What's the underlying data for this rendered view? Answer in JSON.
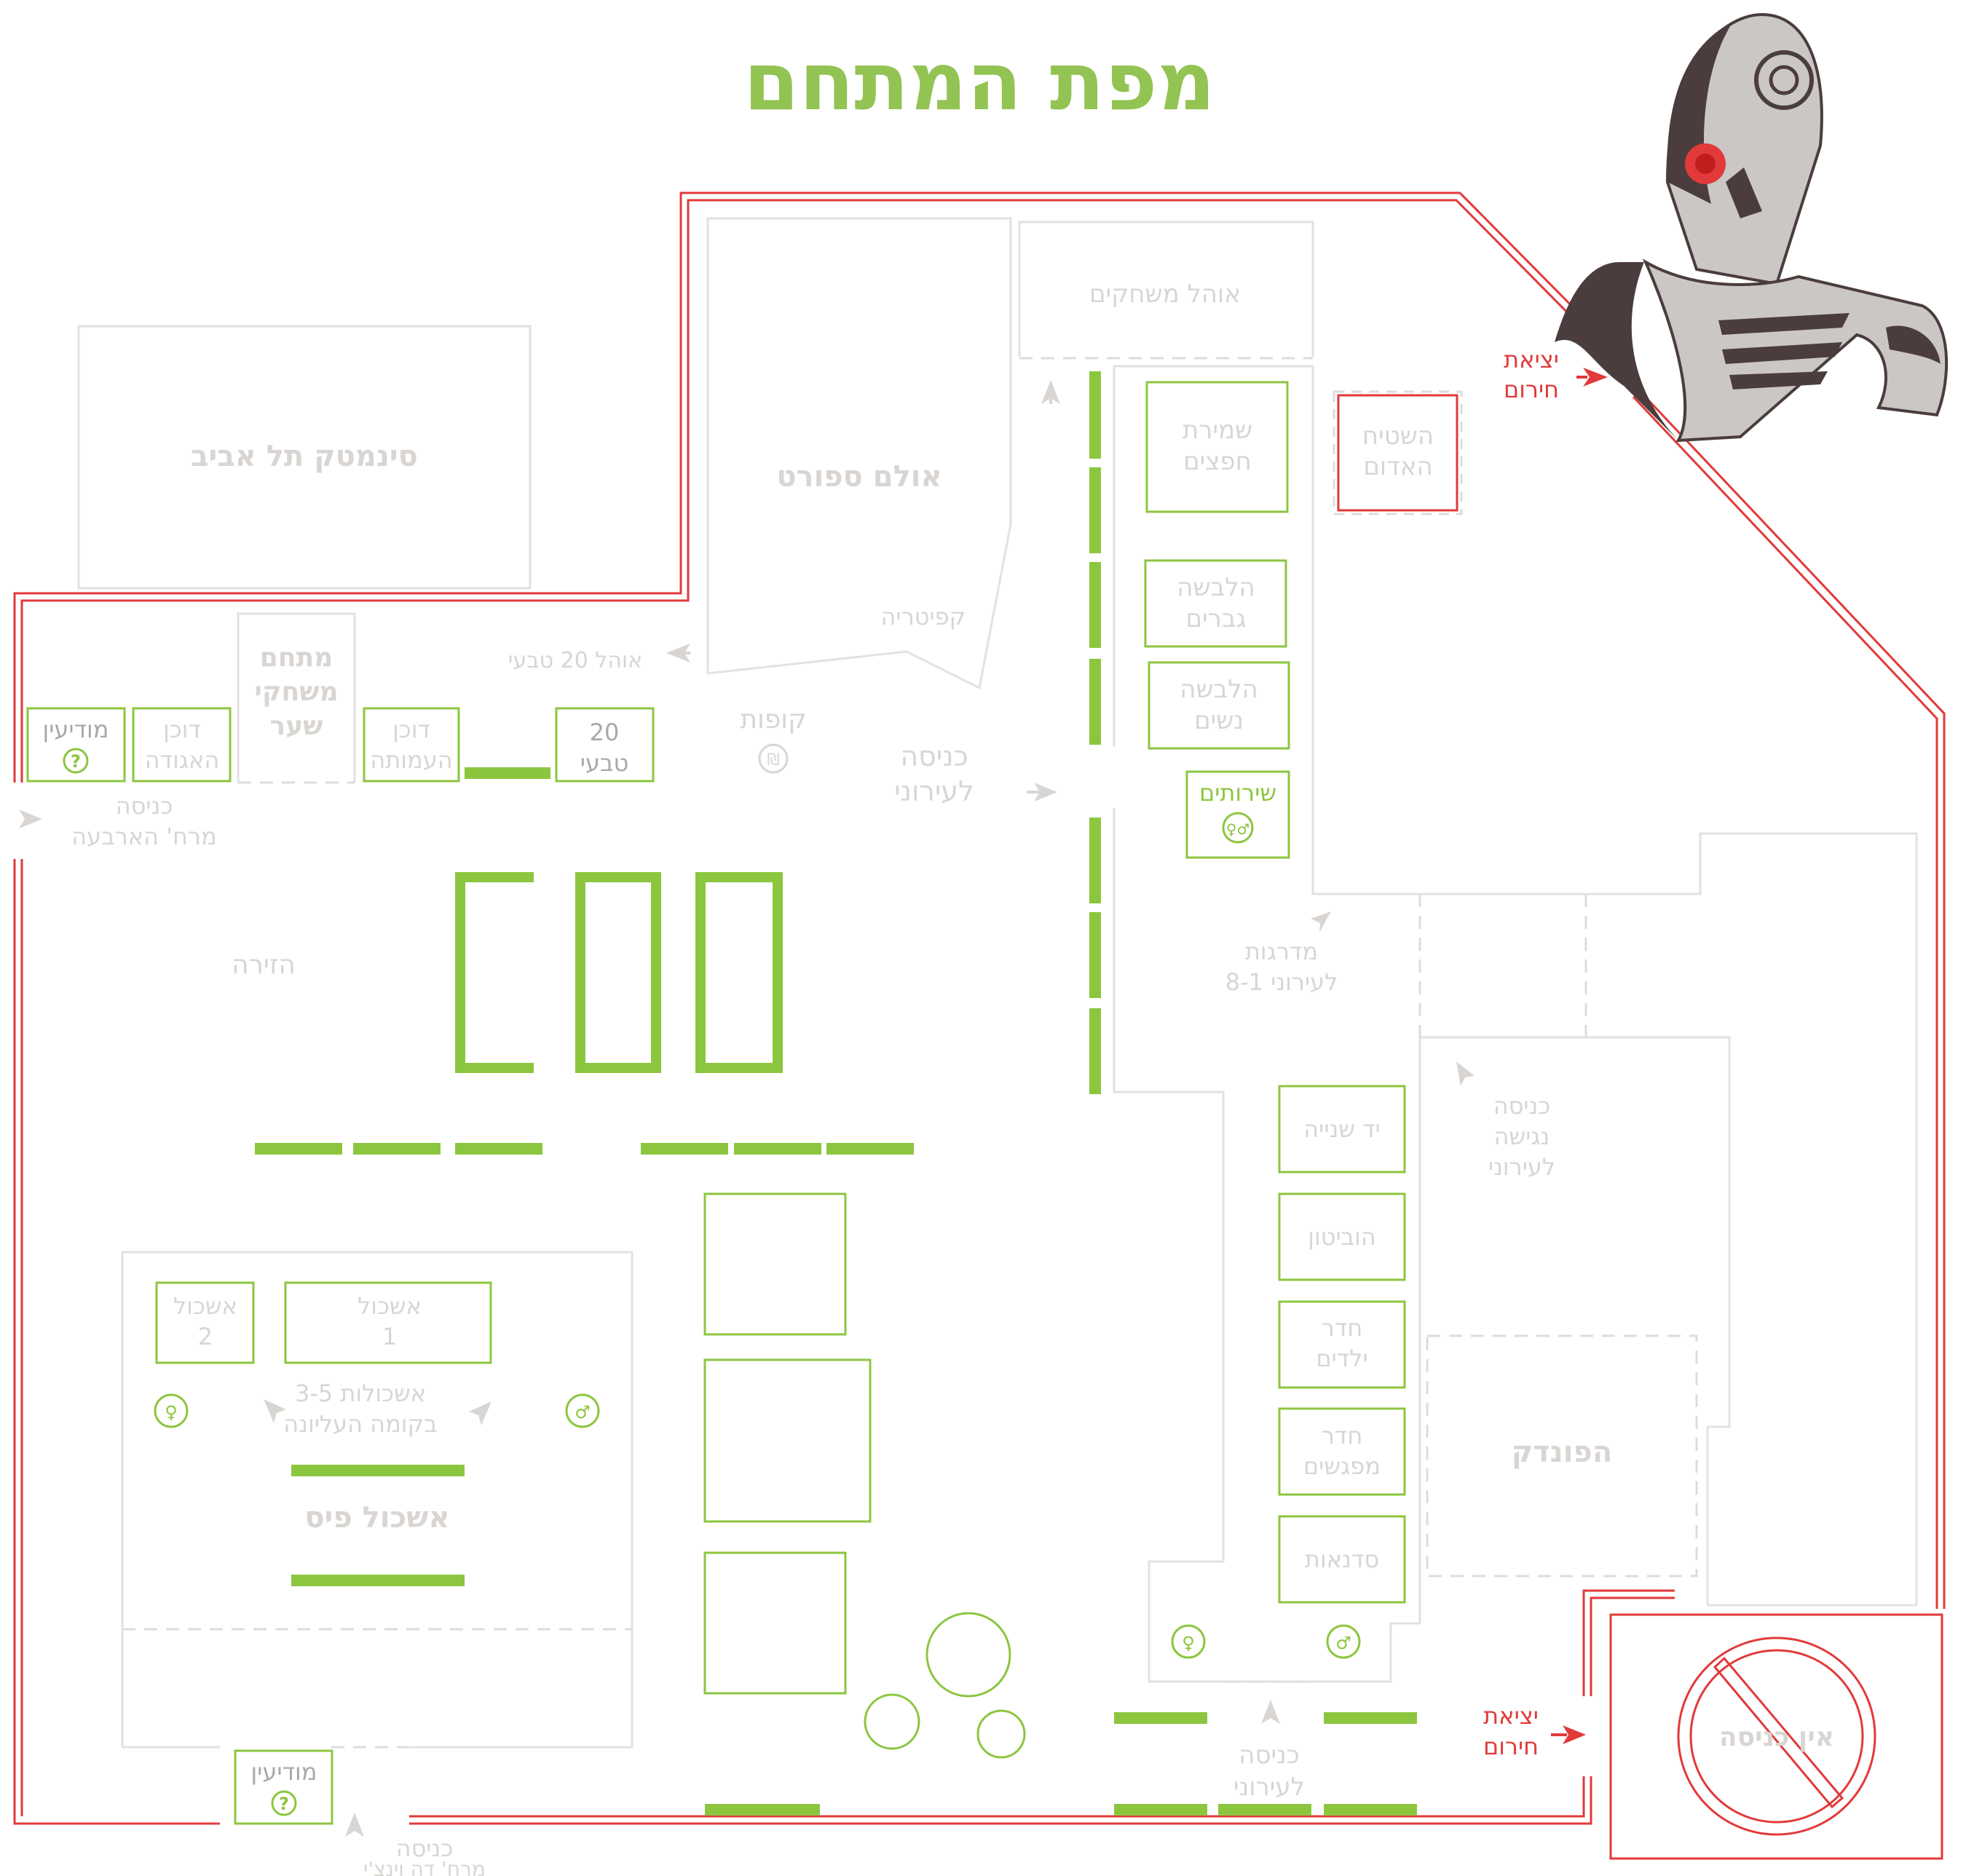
{
  "title": "מפת המתחם",
  "colors": {
    "accent_green": "#8cc63f",
    "emergency_red": "#e2393a",
    "muted_gray": "#d9d5d2"
  },
  "buildings": {
    "cinematheque": "סינמטק תל אביב",
    "sport_hall": "אולם ספורט",
    "cafeteria": "קפיטריה",
    "games_tent": "אוהל משחקים",
    "gate_games_l1": "מתחם",
    "gate_games_l2": "משחקי",
    "gate_games_l3": "שער",
    "tent_20_tevai": "אוהל 20 טבעי",
    "box_office": "קופות",
    "arena": "הזירה",
    "pis_cluster": "אשכול פיס",
    "pundak": "הפונדק"
  },
  "booths": {
    "info_top": "מודיעין",
    "aguda_l1": "דוכן",
    "aguda_l2": "האגודה",
    "amuta_l1": "דוכן",
    "amuta_l2": "העמותה",
    "tevai_l1": "20",
    "tevai_l2": "טבעי",
    "luggage_l1": "שמירת",
    "luggage_l2": "חפצים",
    "men_l1": "הלבשה",
    "men_l2": "גברים",
    "women_l1": "הלבשה",
    "women_l2": "נשים",
    "restrooms": "שירותים",
    "red_carpet_l1": "השטיח",
    "red_carpet_l2": "האדום",
    "secondhand": "יד שנייה",
    "hobbyton": "הוביטון",
    "kids_l1": "חדר",
    "kids_l2": "ילדים",
    "meetings_l1": "חדר",
    "meetings_l2": "מפגשים",
    "workshops": "סדנאות",
    "cluster2_l1": "אשכול",
    "cluster2_l2": "2",
    "cluster1_l1": "אשכול",
    "cluster1_l2": "1",
    "info_bottom": "מודיעין"
  },
  "notes": {
    "clusters_upper_l1": "אשכולות 3-5",
    "clusters_upper_l2": "בקומה העליונה",
    "stairs_l1": "מדרגות",
    "stairs_l2": "לעירוני 8-1"
  },
  "entrances": {
    "arbaa_l1": "כניסה",
    "arbaa_l2": "מרח' הארבעה",
    "ironi_mid_l1": "כניסה",
    "ironi_mid_l2": "לעירוני",
    "accessible_l1": "כניסה",
    "accessible_l2": "נגישה",
    "accessible_l3": "לעירוני",
    "ironi_bottom_l1": "כניסה",
    "ironi_bottom_l2": "לעירוני",
    "davinci_l1": "כניסה",
    "davinci_l2": "מרח' דה וינצ'י",
    "no_entry": "אין כניסה"
  },
  "emergency_exits": {
    "top_l1": "יציאת",
    "top_l2": "חירום",
    "bottom_l1": "יציאת",
    "bottom_l2": "חירום"
  },
  "icons": [
    "question-mark-icon",
    "shekel-icon",
    "restroom-icon",
    "female-icon",
    "male-icon",
    "no-entry-icon",
    "arrow-icon",
    "robot-head-illustration"
  ]
}
